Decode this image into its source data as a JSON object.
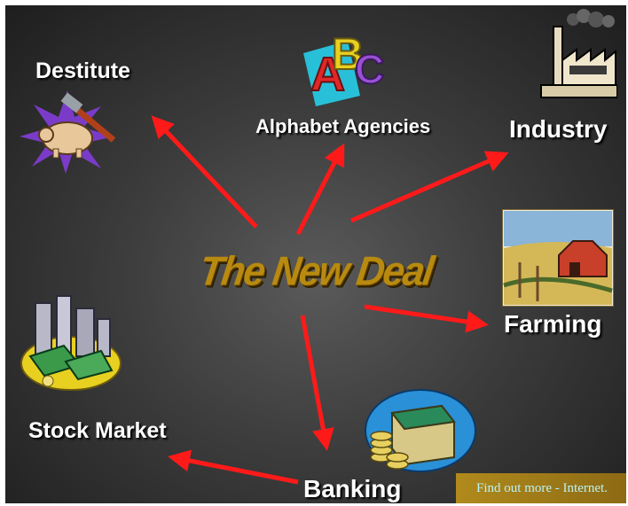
{
  "center_label": "The New Deal",
  "nodes": {
    "destitute": "Destitute",
    "alphabet_agencies": "Alphabet Agencies",
    "industry": "Industry",
    "farming": "Farming",
    "banking": "Banking",
    "stock_market": "Stock Market"
  },
  "link_text": "Find out more - Internet.",
  "colors": {
    "arrow": "#ff1a1a",
    "background": "#3c3c3c",
    "center_text": "#b88a10",
    "link_bg": "#a07c18",
    "link_text": "#b9f3f6"
  },
  "icons": [
    "piggy-bank-hammer-icon",
    "abc-blocks-icon",
    "factory-icon",
    "farm-barn-icon",
    "bank-vault-icon",
    "money-skyscrapers-icon"
  ]
}
